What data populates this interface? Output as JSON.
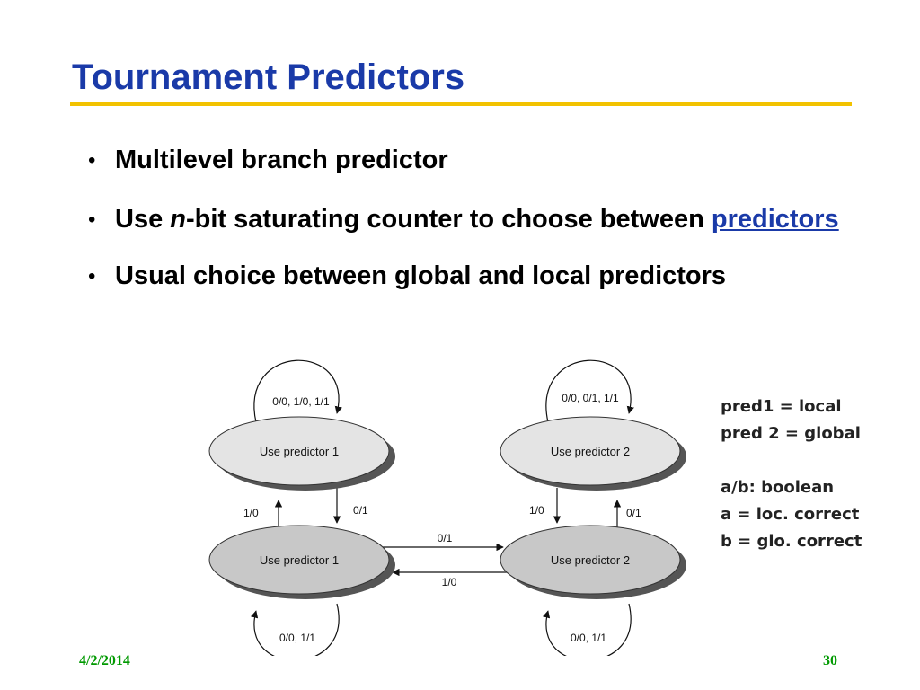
{
  "title": "Tournament Predictors",
  "bullets": [
    {
      "text": "Multilevel branch predictor"
    },
    {
      "pre": "Use ",
      "em": "n",
      "post": "-bit saturating counter to choose between ",
      "link": "predictors"
    },
    {
      "text": "Usual choice between global and local predictors"
    }
  ],
  "diagram": {
    "states": [
      {
        "label": "Use predictor 1"
      },
      {
        "label": "Use predictor 2"
      },
      {
        "label": "Use predictor 1"
      },
      {
        "label": "Use predictor 2"
      }
    ],
    "transitions": [
      {
        "label": "0/0, 1/0, 1/1"
      },
      {
        "label": "0/0, 0/1, 1/1"
      },
      {
        "label": "1/0"
      },
      {
        "label": "0/1"
      },
      {
        "label": "1/0"
      },
      {
        "label": "0/1"
      },
      {
        "label": "0/1"
      },
      {
        "label": "1/0"
      },
      {
        "label": "0/0, 1/1"
      },
      {
        "label": "0/0, 1/1"
      }
    ]
  },
  "legend": {
    "lines_top": [
      "pred1 = local",
      "pred 2 = global"
    ],
    "lines_bottom": [
      "a/b: boolean",
      "a = loc. correct",
      "b = glo. correct"
    ]
  },
  "footer": {
    "date": "4/2/2014",
    "page": "30"
  },
  "colors": {
    "title": "#1a3aa8",
    "rule": "#f2c200",
    "footer": "#009900",
    "state_light": "#e4e4e4",
    "state_dark": "#c8c8c8"
  }
}
